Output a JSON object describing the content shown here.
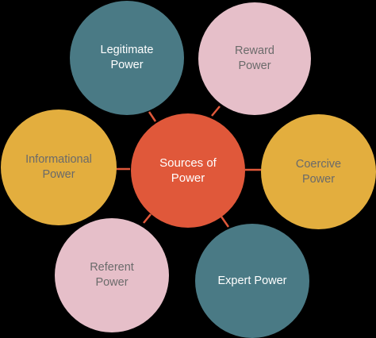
{
  "colors": {
    "background": "#000000",
    "connector": "#E0583A",
    "center_fill": "#E0583A",
    "center_text": "#FFFFFF",
    "teal_fill": "#4A7A85",
    "teal_text": "#FFFFFF",
    "pink_fill": "#E6BFC9",
    "pink_text": "#6B6B6B",
    "gold_fill": "#E3AE3E",
    "gold_text": "#6A6A6A"
  },
  "center": {
    "label": "Sources of\nPower",
    "color_key": "center"
  },
  "nodes": [
    {
      "id": "legitimate",
      "label": "Legitimate\nPower",
      "color_key": "teal"
    },
    {
      "id": "reward",
      "label": "Reward\nPower",
      "color_key": "pink"
    },
    {
      "id": "informational",
      "label": "Informational\nPower",
      "color_key": "gold"
    },
    {
      "id": "coercive",
      "label": "Coercive\nPower",
      "color_key": "gold"
    },
    {
      "id": "referent",
      "label": "Referent\nPower",
      "color_key": "pink"
    },
    {
      "id": "expert",
      "label": "Expert Power",
      "color_key": "teal"
    }
  ]
}
